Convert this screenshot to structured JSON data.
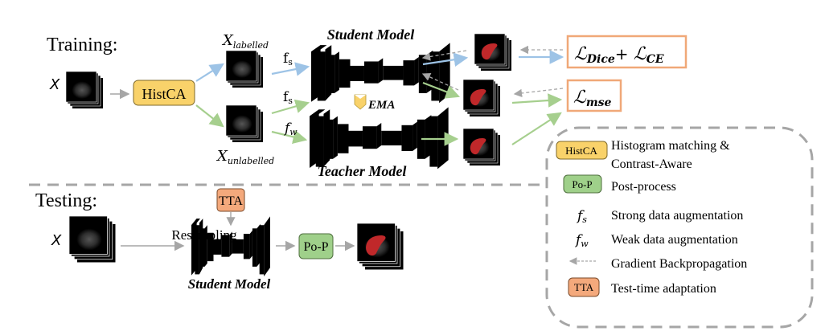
{
  "sections": {
    "training_label": "Training:",
    "testing_label": "Testing:"
  },
  "training": {
    "input_label": "X",
    "histca_label": "HistCA",
    "labelled": {
      "base": "X",
      "sub": "labelled"
    },
    "unlabelled": {
      "base": "X",
      "sub": "unlabelled"
    },
    "fs_top": {
      "base": "f",
      "sub": "s"
    },
    "fs_mid": {
      "base": "f",
      "sub": "s"
    },
    "fw": {
      "base": "f",
      "sub": "w"
    },
    "student_model_label": "Student Model",
    "teacher_model_label": "Teacher Model",
    "ema_label": "EMA",
    "loss_supervised": {
      "l1": "ℒ",
      "s1": "Dice",
      "plus": "+ ",
      "l2": "ℒ",
      "s2": "CE"
    },
    "loss_consistency": {
      "l": "ℒ",
      "s": "mse"
    }
  },
  "testing": {
    "input_label": "X",
    "resampling_label": "Resampling",
    "tta_label": "TTA",
    "student_model_label": "Student Model",
    "postprocess_label": "Po-P"
  },
  "legend": {
    "items": [
      {
        "badge": "HistCA",
        "line1": "Histogram matching &",
        "line2": "Contrast-Aware",
        "color": "#f9d26a"
      },
      {
        "badge": "Po-P",
        "line1": "Post-process",
        "color": "#9fd08a"
      },
      {
        "symbol_base": "f",
        "symbol_sub": "s",
        "line1": "Strong data augmentation"
      },
      {
        "symbol_base": "f",
        "symbol_sub": "w",
        "line1": "Weak data augmentation"
      },
      {
        "symbol": "dashed-arrow",
        "line1": "Gradient Backpropagation"
      },
      {
        "badge": "TTA",
        "line1": "Test-time adaptation",
        "color": "#f4a97c"
      }
    ]
  },
  "colors": {
    "histca": "#f9d26a",
    "postprocess": "#9fd08a",
    "tta": "#f4a97c",
    "student": "#a9c8ea",
    "teacher": "#f2ab7e",
    "loss_border": "#f0a878",
    "arrow_blue": "#9dc3e6",
    "arrow_green": "#a6cf8e",
    "arrow_gray": "#a6a6a6",
    "mask_red": "#c0282a"
  }
}
